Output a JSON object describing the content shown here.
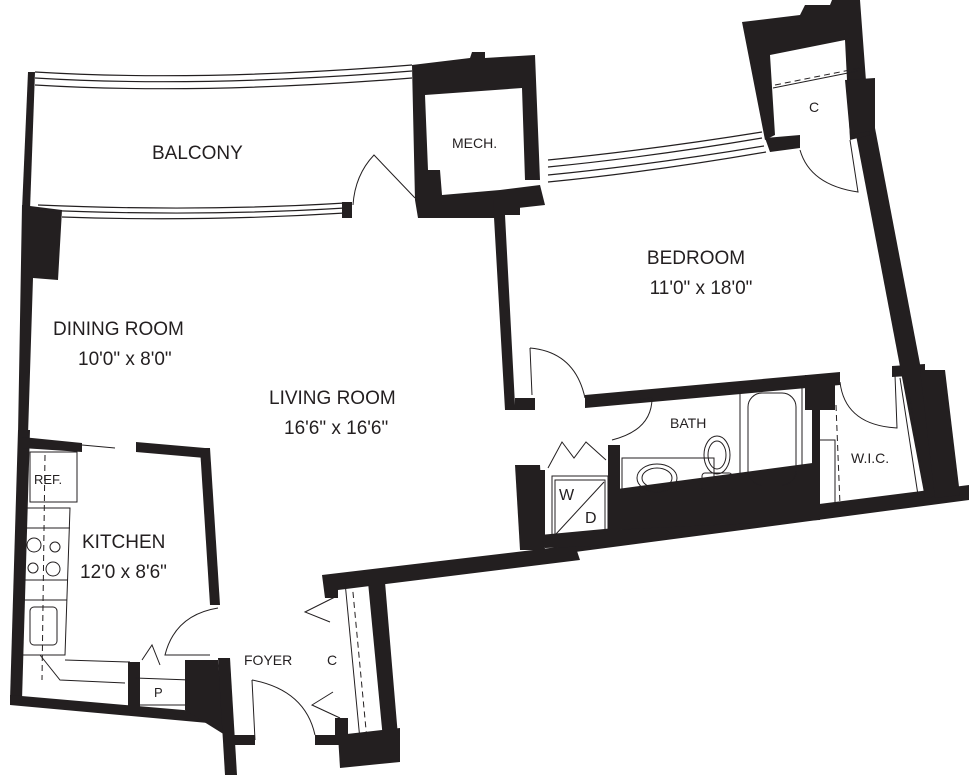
{
  "plan": {
    "wall_color": "#231f20",
    "background": "#ffffff"
  },
  "rooms": {
    "balcony": {
      "name": "BALCONY"
    },
    "mech": {
      "name": "MECH."
    },
    "bedroom_closet": {
      "name": "C"
    },
    "bedroom": {
      "name": "BEDROOM",
      "size": "11'0\" x 18'0\""
    },
    "dining": {
      "name": "DINING ROOM",
      "size": "10'0\" x 8'0\""
    },
    "living": {
      "name": "LIVING ROOM",
      "size": "16'6\" x 16'6\""
    },
    "bath": {
      "name": "BATH"
    },
    "wic": {
      "name": "W.I.C."
    },
    "kitchen": {
      "name": "KITCHEN",
      "size": "12'0 x 8'6\""
    },
    "foyer": {
      "name": "FOYER"
    },
    "foyer_closet": {
      "name": "C"
    },
    "pantry": {
      "name": "P"
    }
  },
  "fixtures": {
    "refrigerator": "REF.",
    "washer": "W",
    "dryer": "D"
  }
}
